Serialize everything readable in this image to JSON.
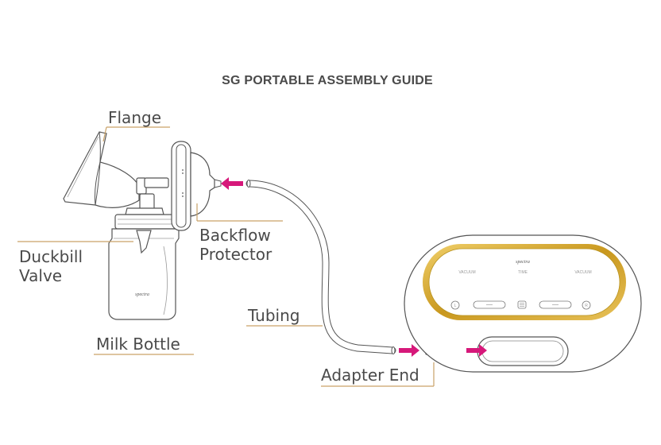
{
  "title": "SG PORTABLE ASSEMBLY GUIDE",
  "labels": {
    "flange": "Flange",
    "backflow_line1": "Backflow",
    "backflow_line2": "Protector",
    "duckbill_line1": "Duckbill",
    "duckbill_line2": "Valve",
    "milk_bottle": "Milk Bottle",
    "tubing": "Tubing",
    "adapter_end": "Adapter End"
  },
  "device": {
    "label_left": "VACUUM",
    "label_center": "TIME",
    "label_right": "VACUUM",
    "button_left": "L",
    "button_right": "R"
  },
  "branding": {
    "logo_bottle": "spectra",
    "logo_device": "spectra"
  },
  "colors": {
    "leader_line": "#c9a268",
    "arrow": "#d6187a",
    "gold_frame": "#c9981e",
    "outline": "#555555",
    "text": "#4a4a4a"
  },
  "icons": {
    "arrow_1": "right-to-left-arrow",
    "arrow_2": "left-to-right-arrow",
    "arrow_3": "left-to-right-arrow",
    "device_center_button": "menu-icon"
  }
}
